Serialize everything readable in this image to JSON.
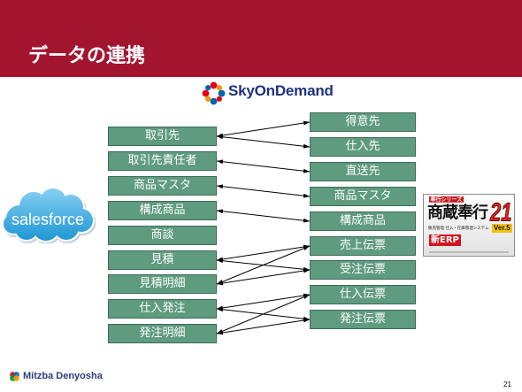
{
  "slide": {
    "title": "データの連携",
    "page_number": "21"
  },
  "logos": {
    "skyondemand": {
      "text": "SkyOnDemand",
      "icon": "dot-cluster-icon",
      "dot_colors": [
        "#e60012",
        "#f29600",
        "#0063b1",
        "#e60012",
        "#0063b1",
        "#f29600",
        "#e60012",
        "#0063b1"
      ]
    },
    "salesforce": {
      "text": "salesforce",
      "icon": "cloud-icon"
    },
    "shozo_bugyo": {
      "series": "奉行シリーズ",
      "name": "商蔵奉行",
      "number": "21",
      "subtitle": "販売管理 仕入・在庫管理システム",
      "version": "Ver.5",
      "badge": "新ERP"
    },
    "company": {
      "text": "Mitzba Denyosha",
      "icon": "company-emblem-icon",
      "emblem_colors": [
        "#e60012",
        "#0068b7",
        "#009944",
        "#f39800"
      ]
    }
  },
  "diagram": {
    "left_entities": [
      "取引先",
      "取引先責任者",
      "商品マスタ",
      "構成商品",
      "商談",
      "見積",
      "見積明細",
      "仕入発注",
      "発注明細"
    ],
    "right_entities": [
      "得意先",
      "仕入先",
      "直送先",
      "商品マスタ",
      "構成商品",
      "売上伝票",
      "受注伝票",
      "仕入伝票",
      "発注伝票"
    ],
    "connections": [
      {
        "from": 0,
        "to": 0,
        "arrow_start": true,
        "arrow_end": true
      },
      {
        "from": 0,
        "to": 1,
        "arrow_start": true,
        "arrow_end": true
      },
      {
        "from": 1,
        "to": 2,
        "arrow_start": true,
        "arrow_end": true
      },
      {
        "from": 2,
        "to": 3,
        "arrow_start": true,
        "arrow_end": true
      },
      {
        "from": 3,
        "to": 4,
        "arrow_start": true,
        "arrow_end": true
      },
      {
        "from": 5,
        "to": 5,
        "arrow_start": true,
        "arrow_end": true
      },
      {
        "from": 5,
        "to": 6,
        "arrow_start": true,
        "arrow_end": true
      },
      {
        "from": 6,
        "to": 5,
        "arrow_start": true,
        "arrow_end": true
      },
      {
        "from": 6,
        "to": 6,
        "arrow_start": true,
        "arrow_end": true
      },
      {
        "from": 7,
        "to": 7,
        "arrow_start": true,
        "arrow_end": true
      },
      {
        "from": 7,
        "to": 8,
        "arrow_start": true,
        "arrow_end": true
      },
      {
        "from": 8,
        "to": 7,
        "arrow_start": true,
        "arrow_end": true
      },
      {
        "from": 8,
        "to": 8,
        "arrow_start": true,
        "arrow_end": true
      }
    ]
  },
  "colors": {
    "header": "#a3142f",
    "title_text": "#ffffff",
    "entity_box": "#5e9b7f",
    "entity_border": "#3e6c57",
    "entity_text": "#ffffff",
    "connector": "#000000",
    "logo_text": "#1f3280",
    "company_text": "#2a3e7e",
    "salesforce_cloud": "#1f97d4"
  }
}
